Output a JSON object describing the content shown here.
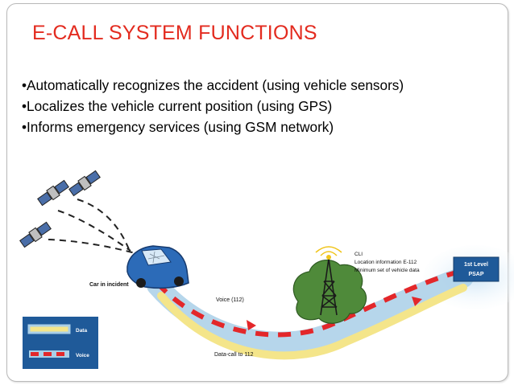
{
  "slide": {
    "title": "E-CALL SYSTEM FUNCTIONS",
    "bullets": [
      "•Automatically recognizes the accident (using vehicle sensors)",
      "•Localizes the vehicle current position (using GPS)",
      "•Informs emergency services (using GSM network)"
    ]
  },
  "diagram": {
    "car_label": "Car in incident",
    "voice_label": "Voice (112)",
    "datacall_label": "Data-call to 112",
    "tower_info": [
      "CLI",
      "Location information E-112",
      "Minimum set of vehicle data"
    ],
    "psap_label": [
      "1st Level",
      "PSAP"
    ],
    "legend": {
      "data": "Data",
      "voice": "Voice"
    },
    "icons": [
      "satellite-icon",
      "car-icon",
      "antenna-tower-icon",
      "psap-sign-icon"
    ]
  },
  "colors": {
    "title": "#e32b1f",
    "data_band": "#f4e58a",
    "voice_red": "#e3272a",
    "band_blue": "#a9cfe8",
    "dark_blue": "#1f5a99",
    "tower_green": "#4f8a3a"
  }
}
